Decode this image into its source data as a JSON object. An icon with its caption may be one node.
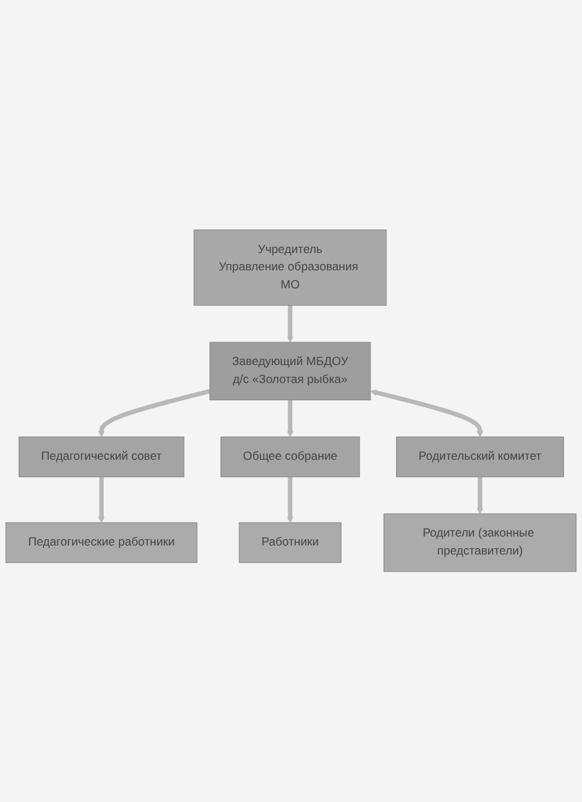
{
  "diagram": {
    "nodes": [
      {
        "text": [
          "Учредитель",
          "Управление образования МО"
        ]
      },
      {
        "text": [
          "Заведующий МБДОУ",
          "д/с «Золотая рыбка»"
        ]
      },
      {
        "text": [
          "Педагогический совет"
        ]
      },
      {
        "text": [
          "Общее собрание"
        ]
      },
      {
        "text": [
          "Родительский комитет"
        ]
      },
      {
        "text": [
          "Педагогические работники"
        ]
      },
      {
        "text": [
          "Работники"
        ]
      },
      {
        "text": [
          "Родители (законные представители)"
        ]
      }
    ],
    "edges": [
      {
        "from": 0,
        "to": 1,
        "arrow": "to"
      },
      {
        "from": 1,
        "to": 2,
        "arrow": "to"
      },
      {
        "from": 1,
        "to": 3,
        "arrow": "to"
      },
      {
        "from": 1,
        "to": 4,
        "arrow": "both"
      },
      {
        "from": 2,
        "to": 5,
        "arrow": "to"
      },
      {
        "from": 3,
        "to": 6,
        "arrow": "to"
      },
      {
        "from": 4,
        "to": 7,
        "arrow": "to"
      }
    ]
  }
}
